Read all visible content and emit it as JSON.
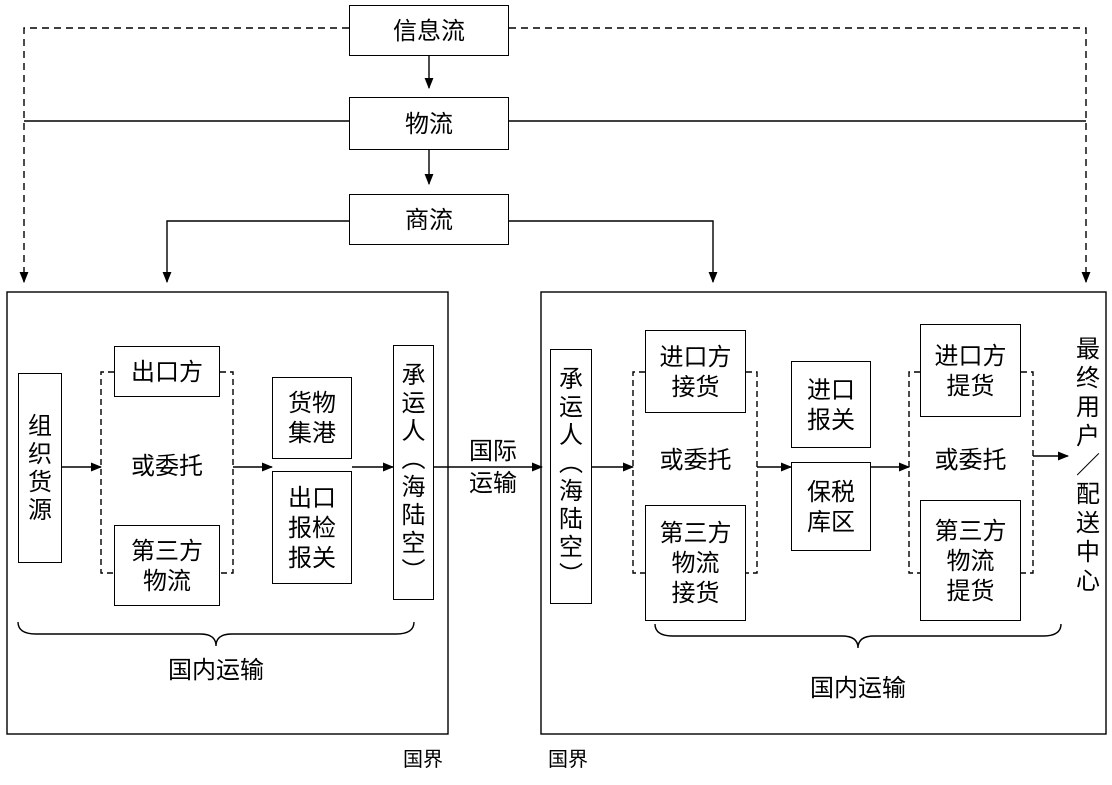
{
  "flows": {
    "info": "信息流",
    "logistics": "物流",
    "commerce": "商流"
  },
  "export_side": {
    "organize_source": "组\n织\n货\n源",
    "exporter": "出口方",
    "or_entrust": "或委托",
    "third_party": "第三方\n物流",
    "cargo_port": "货物\n集港",
    "export_inspection": "出口\n报检\n报关",
    "carrier": "承\n运\n人\n︵\n海\n陆\n空\n︶",
    "domestic": "国内运输"
  },
  "intl": {
    "label": "国际\n运输"
  },
  "import_side": {
    "carrier": "承\n运\n人\n︵\n海\n陆\n空\n︶",
    "importer_receive": "进口方\n接货",
    "or_entrust_1": "或委托",
    "third_party_receive": "第三方\n物流\n接货",
    "import_customs": "进口\n报关",
    "bonded_area": "保税\n库区",
    "importer_pickup": "进口方\n提货",
    "or_entrust_2": "或委托",
    "third_party_pickup": "第三方\n物流\n提货",
    "end_user": "最\n终\n用\n户\n／\n配\n送\n中\n心",
    "domestic": "国内运输"
  },
  "border": {
    "left": "国界",
    "right": "国界"
  }
}
